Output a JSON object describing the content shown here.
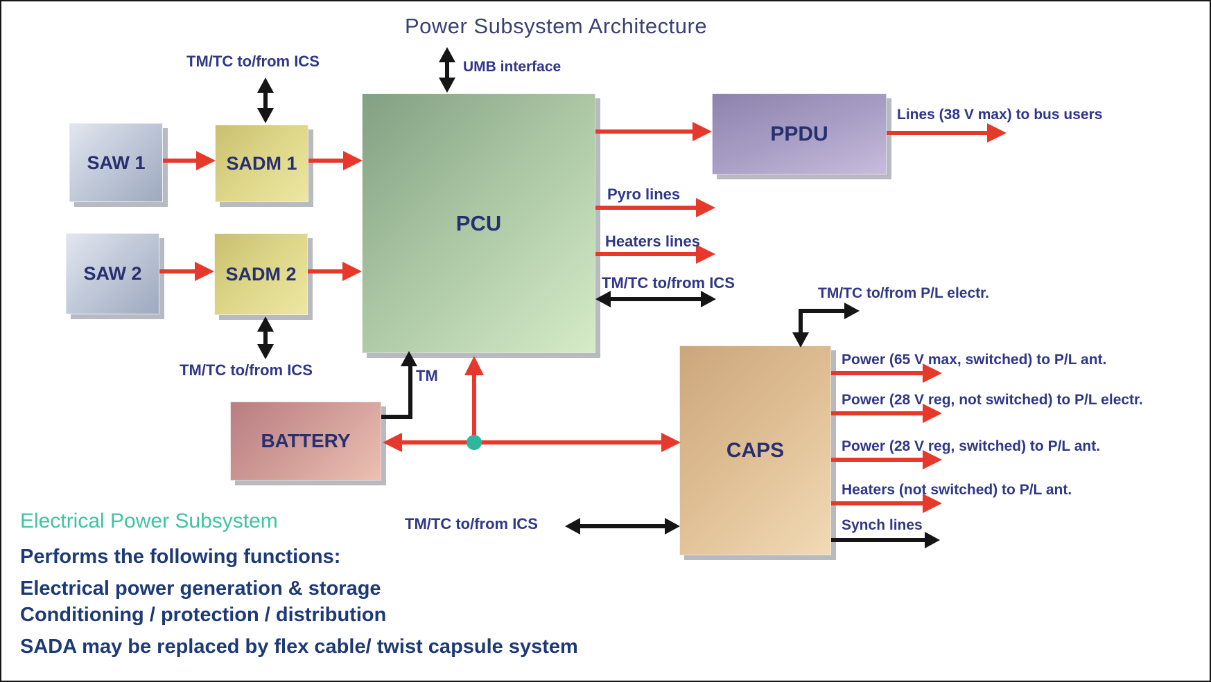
{
  "title": "Power Subsystem Architecture",
  "colors": {
    "arrow_red": "#e6392b",
    "arrow_black": "#151515",
    "label_navy": "#2f3787",
    "box_label_navy": "#27306f",
    "footer_navy": "#1e3a74",
    "heading_teal": "#3fc3a3",
    "junction_teal": "#2db79d",
    "saw_box": "#c2cada",
    "sadm_box": "#ded789",
    "pcu_box": "#a9c5a2",
    "ppdu_box": "#a79dc4",
    "battery_box": "#d29d98",
    "caps_box": "#e0bf95"
  },
  "boxes": {
    "saw1": {
      "label": "SAW 1"
    },
    "saw2": {
      "label": "SAW 2"
    },
    "sadm1": {
      "label": "SADM 1"
    },
    "sadm2": {
      "label": "SADM 2"
    },
    "pcu": {
      "label": "PCU"
    },
    "ppdu": {
      "label": "PPDU"
    },
    "battery": {
      "label": "BATTERY"
    },
    "caps": {
      "label": "CAPS"
    }
  },
  "labels": {
    "tmtc_ics": "TM/TC to/from ICS",
    "umb": "UMB interface",
    "lines38": "Lines (38 V max) to bus users",
    "pyro": "Pyro lines",
    "heaters": "Heaters lines",
    "tmtc_pl": "TM/TC to/from P/L electr.",
    "tm": "TM"
  },
  "caps_outputs": [
    {
      "label": "Power (65 V max, switched) to P/L ant.",
      "arrow": "red"
    },
    {
      "label": "Power (28 V reg, not switched) to P/L electr.",
      "arrow": "red"
    },
    {
      "label": "Power (28 V reg, switched) to P/L ant.",
      "arrow": "red"
    },
    {
      "label": "Heaters (not switched) to P/L ant.",
      "arrow": "red"
    },
    {
      "label": "Synch lines",
      "arrow": "black"
    }
  ],
  "footer": {
    "heading": "Electrical Power Subsystem",
    "lines": [
      "Performs the following functions:",
      "Electrical power generation &  storage",
      "Conditioning / protection / distribution",
      "SADA may be replaced by flex cable/ twist capsule system"
    ]
  }
}
